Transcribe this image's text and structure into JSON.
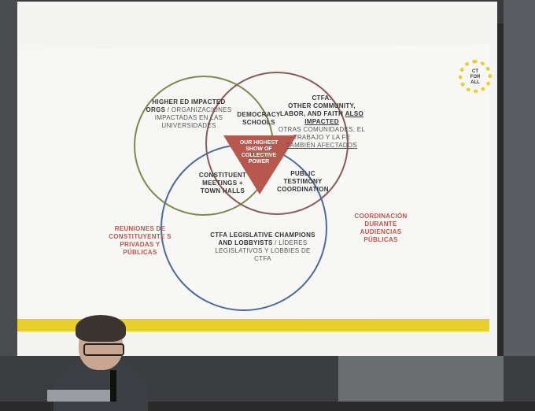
{
  "slide": {
    "logo_lines": [
      "CT",
      "FOR",
      "ALL"
    ],
    "circle_left": {
      "bold": "HIGHER ED IMPACTED ORGS",
      "normal": "ORGANIZACIONES IMPACTADAS EN LAS UNIVERSIDADES"
    },
    "circle_right": {
      "bold_1": "CTFA:",
      "bold_2": "OTHER COMMUNITY, LABOR, AND FAITH",
      "bold_ul": "ALSO IMPACTED",
      "normal_1": "OTRAS COMUNIDADES, EL TRABAJO Y LA FE",
      "normal_ul": "TAMBIÉN AFECTADOS"
    },
    "overlap_top": "DEMOCRACY SCHOOLS",
    "center": "OUR HIGHEST SHOW OF COLLECTIVE POWER",
    "overlap_left": "CONSTITUENT MEETINGS + TOWN HALLS",
    "overlap_right": "PUBLIC TESTIMONY COORDINATION",
    "circle_bottom": {
      "bold": "CTFA LEGISLATIVE CHAMPIONS AND LOBBYISTS",
      "normal": "LÍDERES LEGISLATIVOS Y LOBBIES DE  CTFA"
    },
    "side_left": "REUNIONES DE CONSTITUYENTE S PRIVADAS Y PÚBLICAS",
    "side_right": "COORDINACIÓN DURANTE AUDIENCIAS PÚBLICAS",
    "colors": {
      "circle_left": "#7d8a4d",
      "circle_right": "#8a5a5a",
      "circle_bottom": "#4d6a9a",
      "triangle": "#b8574d",
      "accent_yellow": "#e8cf2e"
    }
  }
}
